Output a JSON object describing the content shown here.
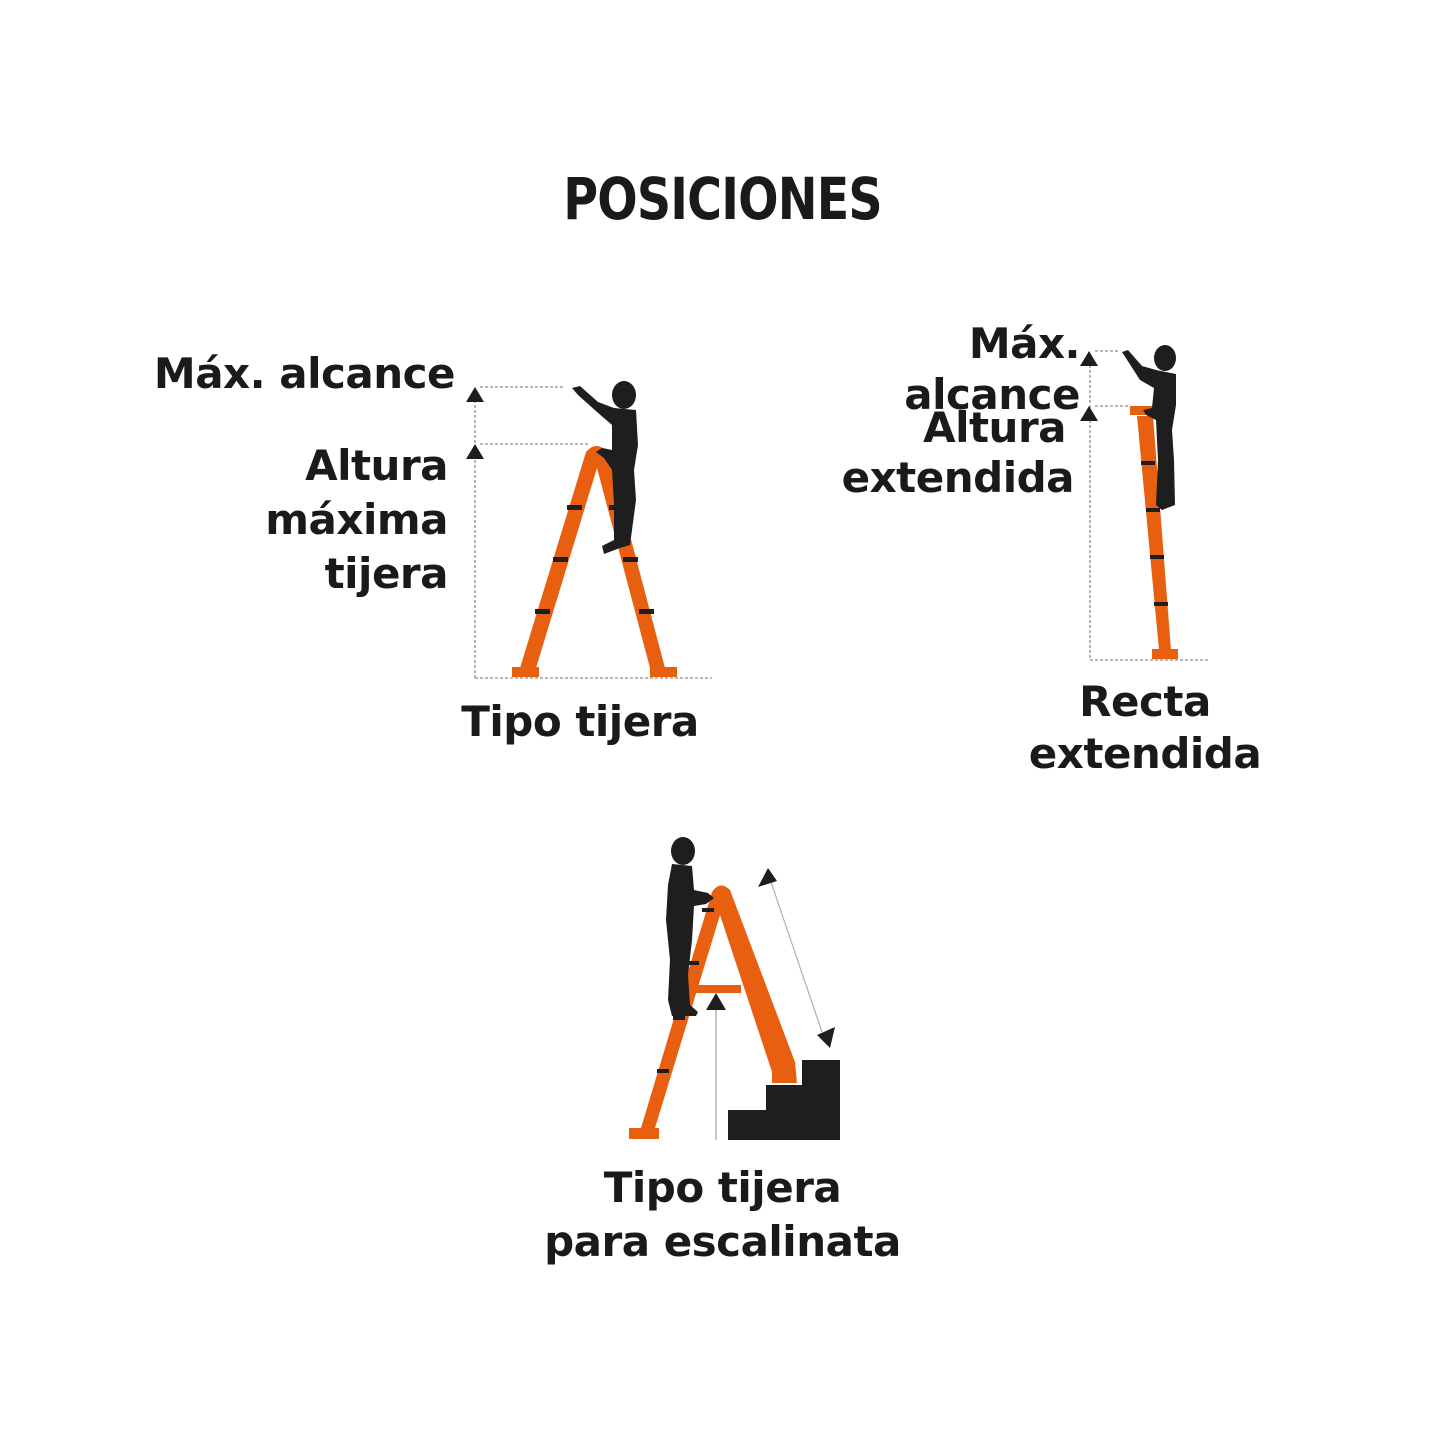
{
  "title": "POSICIONES",
  "colors": {
    "ladder": "#e8600f",
    "silhouette": "#1e1e1e",
    "guide": "#9a9a9a",
    "background": "#ffffff"
  },
  "positions": [
    {
      "id": "tipo-tijera",
      "caption": "Tipo tijera",
      "labels": {
        "max_reach": "Máx. alcance",
        "height_line1": "Altura",
        "height_line2": "máxima",
        "height_line3": "tijera"
      }
    },
    {
      "id": "recta-extendida",
      "caption_line1": "Recta",
      "caption_line2": "extendida",
      "labels": {
        "max_reach": "Máx. alcance",
        "height_line1": "Altura",
        "height_line2": "extendida"
      }
    },
    {
      "id": "tipo-tijera-escalinata",
      "caption_line1": "Tipo tijera",
      "caption_line2": "para escalinata"
    }
  ]
}
